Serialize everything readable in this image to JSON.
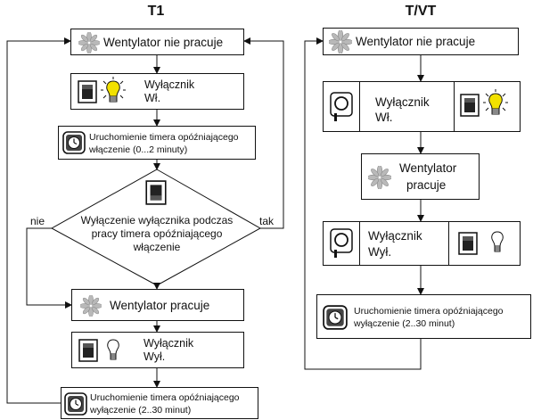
{
  "t1": {
    "title": "T1",
    "fan_off": "Wentylator nie pracuje",
    "switch_on": [
      "Wyłącznik",
      "Wł."
    ],
    "timer_on": [
      "Uruchomienie timera opóźniającego",
      "włączenie (0...2 minuty)"
    ],
    "condition": [
      "Wyłączenie wyłącznika podczas",
      "pracy timera opóźniającego",
      "włączenie"
    ],
    "no_label": "nie",
    "yes_label": "tak",
    "fan_on": "Wentylator pracuje",
    "switch_off": [
      "Wyłącznik",
      "Wył."
    ],
    "timer_off": [
      "Uruchomienie timera opóźniającego",
      "wyłączenie (2..30 minut)"
    ]
  },
  "tvt": {
    "title": "T/VT",
    "fan_off": "Wentylator nie pracuje",
    "switch_on": [
      "Wyłącznik",
      "Wł."
    ],
    "fan_on": [
      "Wentylator",
      "pracuje"
    ],
    "switch_off": [
      "Wyłącznik",
      "Wył."
    ],
    "timer_off": [
      "Uruchomienie timera opóźniającego",
      "wyłączenie (2..30 minut)"
    ]
  },
  "icons": {
    "fan": "fan-icon",
    "switch": "wall-switch-icon",
    "bulb_on": "lightbulb-on-icon",
    "bulb_off": "lightbulb-off-icon",
    "timer": "timer-icon",
    "sensor": "sensor-icon"
  },
  "colors": {
    "fan": "#b9b9b9",
    "bulb_glow": "#f2e100",
    "line": "#111111"
  }
}
